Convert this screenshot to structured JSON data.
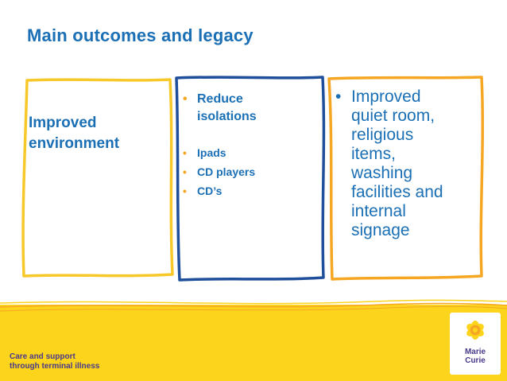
{
  "title": "Main outcomes and legacy",
  "box1": {
    "lines": [
      "Improved",
      "environment"
    ]
  },
  "box2": {
    "items": [
      "Reduce",
      "isolations",
      "Ipads",
      "CD players",
      "CD’s"
    ]
  },
  "box3": {
    "lines": [
      "Improved",
      "quiet room,",
      "religious",
      "items,",
      "washing",
      "facilities and",
      "internal",
      "signage"
    ]
  },
  "footer": {
    "tagline_line1": "Care and support",
    "tagline_line2": "through terminal illness",
    "logo_line1": "Marie",
    "logo_line2": "Curie"
  },
  "colors": {
    "title_blue": "#1a6fb5",
    "box1_border": "#f7c82a",
    "box2_border": "#1f4f9a",
    "box3_border": "#f5a623",
    "footer_yellow": "#fcd41c",
    "logo_purple": "#4a3a8a"
  },
  "icons": {
    "logo": "daffodil-icon",
    "bullet": "bullet-icon"
  }
}
